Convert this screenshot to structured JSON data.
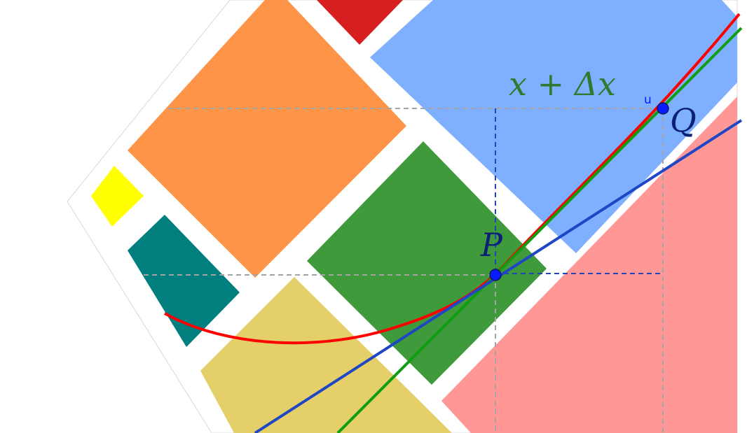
{
  "labels": {
    "point_p": "P",
    "point_q": "Q",
    "increment": "x + Δx",
    "tiny_mark": "u"
  },
  "colors": {
    "orange": "#fd9448",
    "red_tile": "#d71f1f",
    "blue_tile": "#7eb0ff",
    "green_tile": "#3e9a3a",
    "yellow": "#ffff00",
    "teal": "#017f7f",
    "gold": "#e4cf68",
    "pink": "#ff9797",
    "curve_red": "#ff0000",
    "line_green": "#119d11",
    "line_blue": "#1f46c5",
    "point": "#0a1cff",
    "label_navy": "#0c2078",
    "label_green": "#2f7a2f",
    "dash_grey": "#a4a4a4",
    "dash_blue": "#2244bb"
  }
}
